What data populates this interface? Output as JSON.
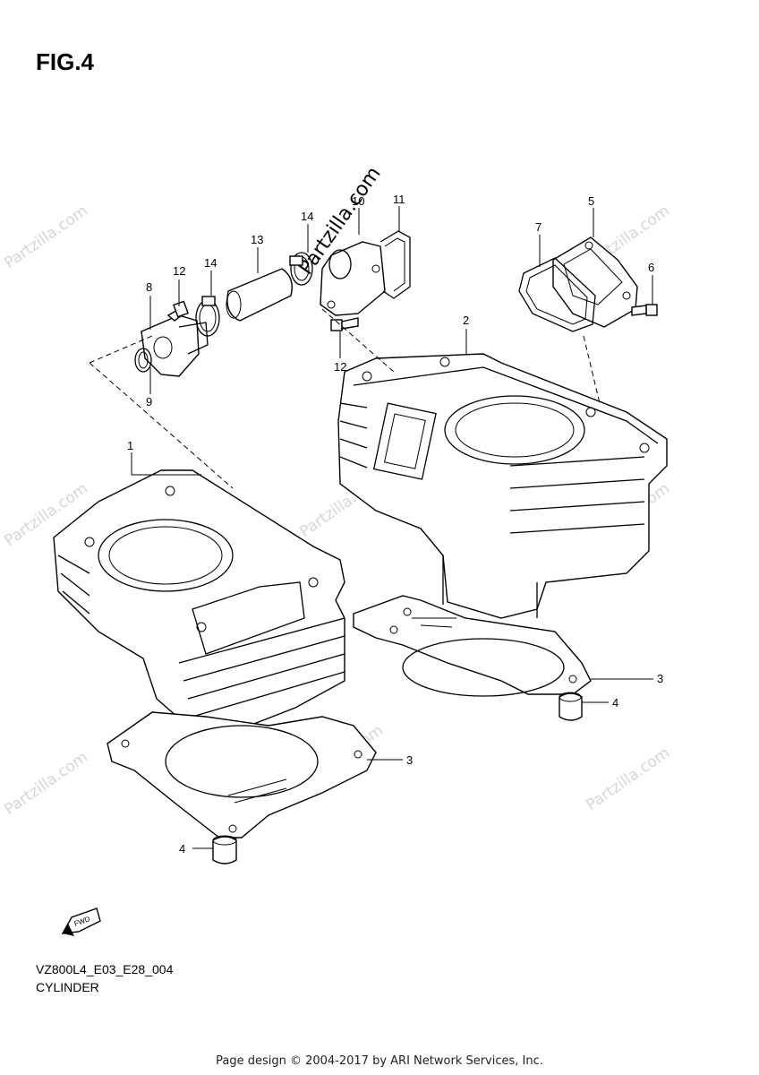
{
  "figure": {
    "title": "FIG.4"
  },
  "callouts": [
    {
      "id": "callout-1",
      "label": "1"
    },
    {
      "id": "callout-2",
      "label": "2"
    },
    {
      "id": "callout-3a",
      "label": "3"
    },
    {
      "id": "callout-3b",
      "label": "3"
    },
    {
      "id": "callout-4a",
      "label": "4"
    },
    {
      "id": "callout-4b",
      "label": "4"
    },
    {
      "id": "callout-5",
      "label": "5"
    },
    {
      "id": "callout-6",
      "label": "6"
    },
    {
      "id": "callout-7",
      "label": "7"
    },
    {
      "id": "callout-8",
      "label": "8"
    },
    {
      "id": "callout-9",
      "label": "9"
    },
    {
      "id": "callout-10",
      "label": "10"
    },
    {
      "id": "callout-11",
      "label": "11"
    },
    {
      "id": "callout-12a",
      "label": "12"
    },
    {
      "id": "callout-12b",
      "label": "12"
    },
    {
      "id": "callout-13",
      "label": "13"
    },
    {
      "id": "callout-14a",
      "label": "14"
    },
    {
      "id": "callout-14b",
      "label": "14"
    }
  ],
  "fwd_label": "FWD",
  "diagram_code": "VZ800L4_E03_E28_004",
  "diagram_name": "CYLINDER",
  "watermark": "Partzilla.com",
  "footer": "Page design © 2004-2017 by ARI Network Services, Inc."
}
